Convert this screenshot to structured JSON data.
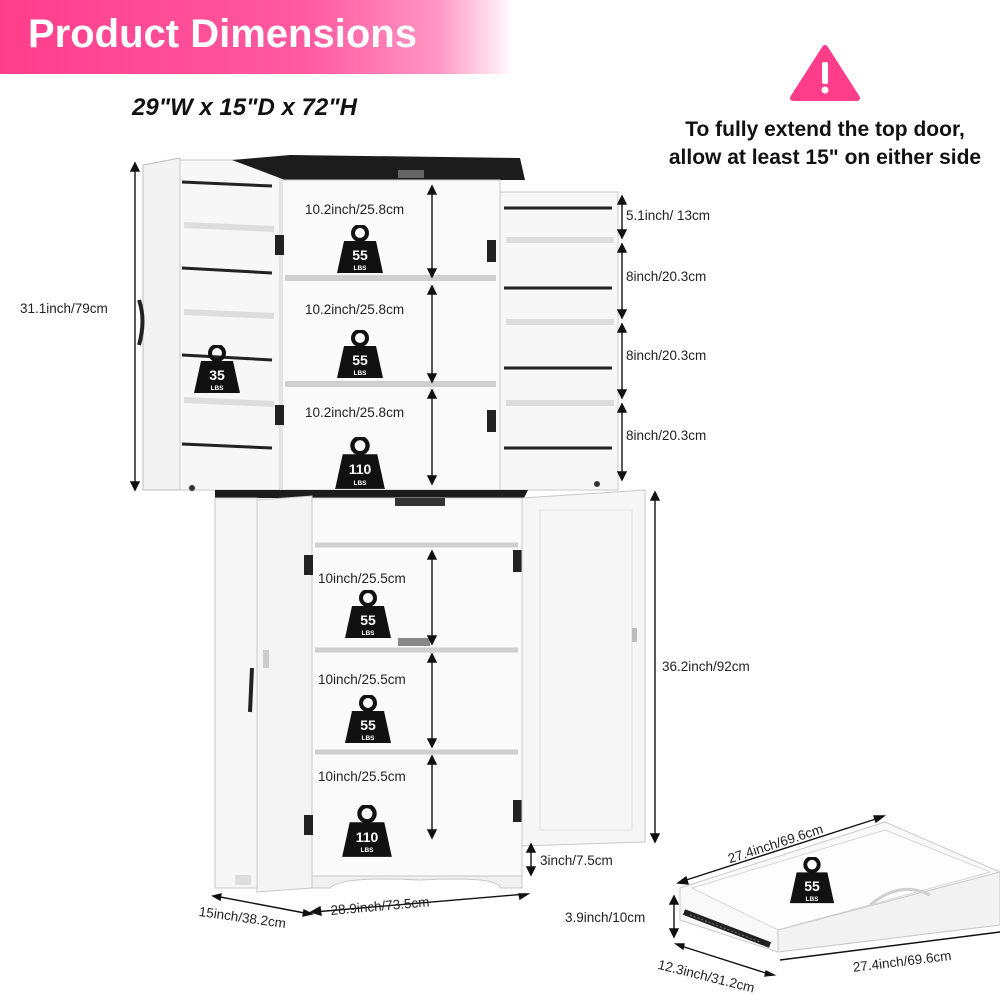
{
  "banner": {
    "title": "Product Dimensions",
    "color": "#ff4f97"
  },
  "overall_size": "29\"W x 15\"D x 72\"H",
  "warning": {
    "icon": "warning-triangle-icon",
    "line1": "To fully extend the top door,",
    "line2": "allow at least 15\" on either side"
  },
  "upper": {
    "height": "31.1inch/79cm",
    "shelves": [
      "10.2inch/25.8cm",
      "10.2inch/25.8cm",
      "10.2inch/25.8cm"
    ],
    "shelf_loads": [
      "55",
      "55",
      "110"
    ],
    "door_rack_load": "35",
    "door_racks": [
      "5.1inch/ 13cm",
      "8inch/20.3cm",
      "8inch/20.3cm",
      "8inch/20.3cm"
    ]
  },
  "lower": {
    "height": "36.2inch/92cm",
    "shelves": [
      "10inch/25.5cm",
      "10inch/25.5cm",
      "10inch/25.5cm"
    ],
    "shelf_loads": [
      "55",
      "55",
      "110"
    ],
    "base_height": "3inch/7.5cm",
    "depth": "15inch/38.2cm",
    "width": "28.9inch/73.5cm"
  },
  "drawer": {
    "width_top": "27.4inch/69.6cm",
    "width_side": "27.4inch/69.6cm",
    "height": "3.9inch/10cm",
    "depth": "12.3inch/31.2cm",
    "load": "55"
  },
  "weight_unit": "LBS"
}
